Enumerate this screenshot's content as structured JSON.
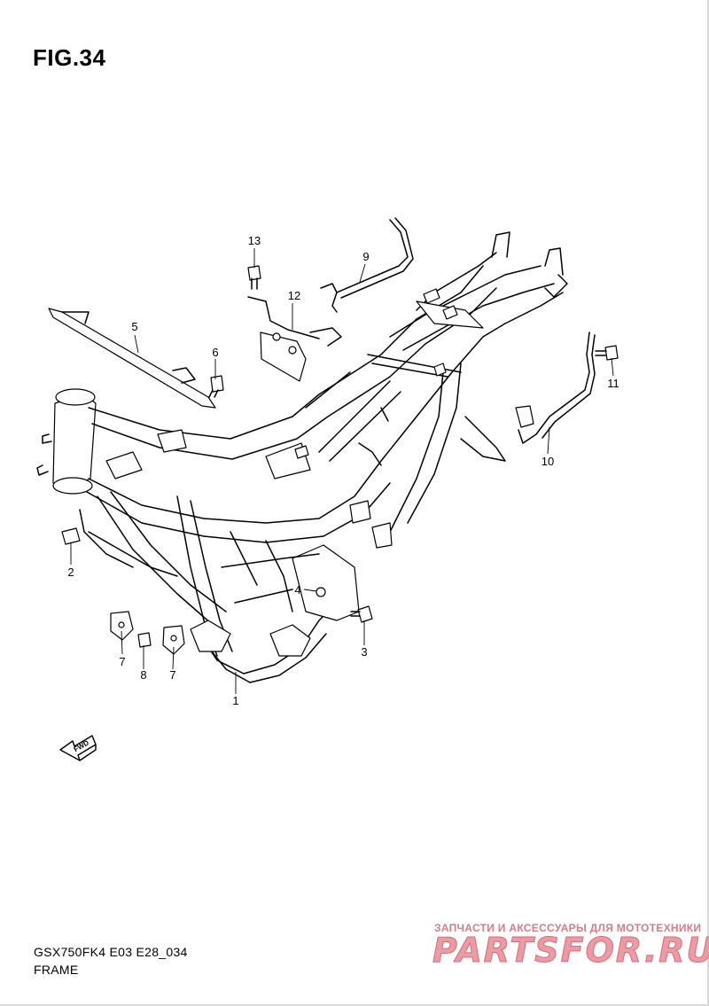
{
  "figure_label": "FIG.34",
  "model_code": "GSX750FK4 E03 E28_034",
  "caption": "FRAME",
  "direction_label": "FWD",
  "watermark": {
    "tagline": "ЗАПЧАСТИ И АКСЕССУАРЫ ДЛЯ МОТОТЕХНИКИ",
    "brand": "PARTSFOR.RU"
  },
  "callouts": {
    "c1": "1",
    "c2": "2",
    "c3": "3",
    "c4": "4",
    "c5": "5",
    "c6": "6",
    "c7a": "7",
    "c7b": "7",
    "c8": "8",
    "c9": "9",
    "c10": "10",
    "c11": "11",
    "c12": "12",
    "c13": "13"
  },
  "colors": {
    "line": "#000000",
    "background": "#ffffff",
    "watermark": "#ec9aa4"
  }
}
